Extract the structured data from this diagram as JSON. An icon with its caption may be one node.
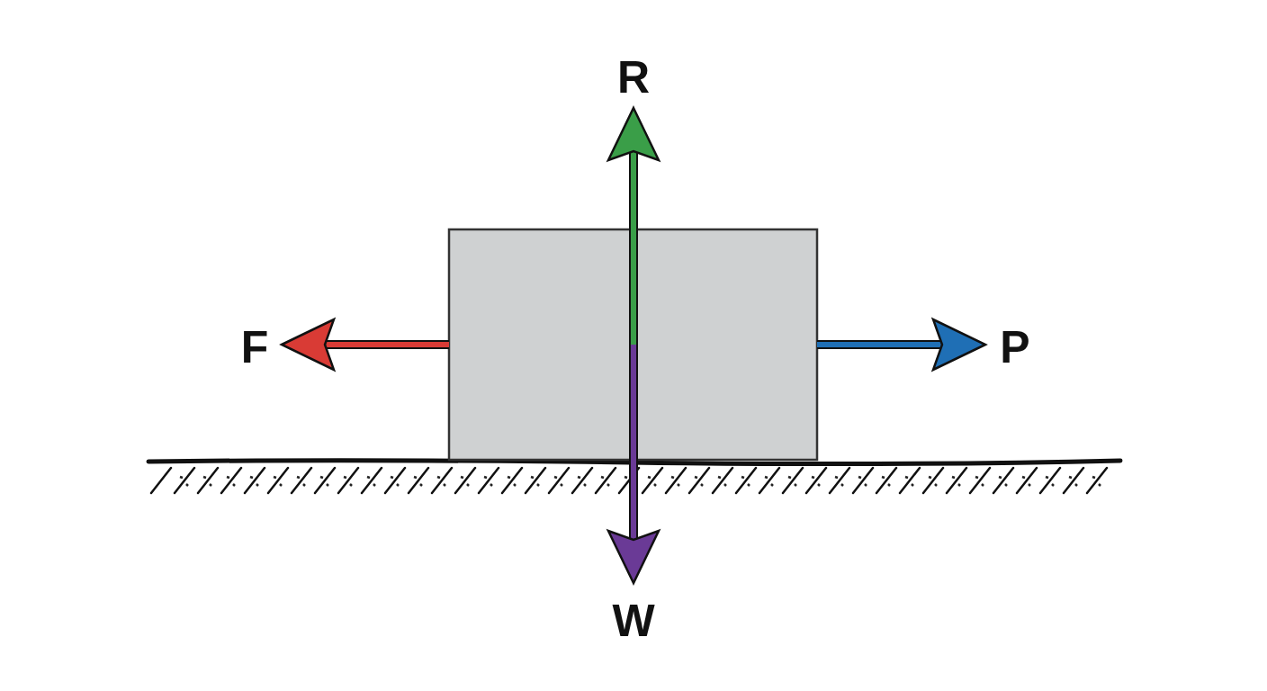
{
  "diagram": {
    "labels": [
      "R",
      "F",
      "P",
      "W"
    ]
  }
}
